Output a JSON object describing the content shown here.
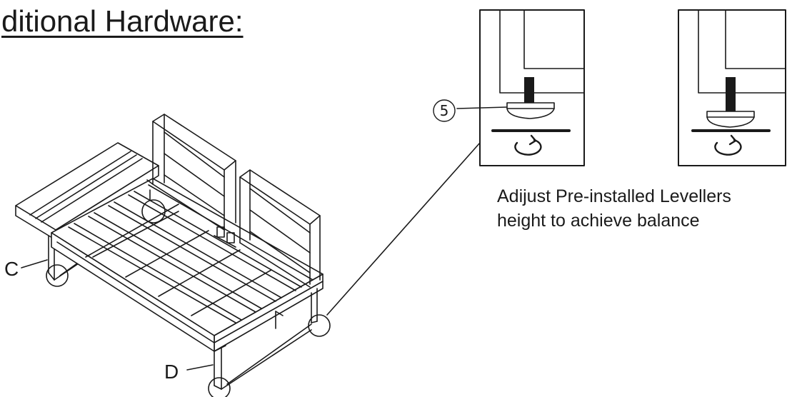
{
  "heading": "ditional Hardware:",
  "caption": {
    "line1": "Adijust Pre-installed Levellers",
    "line2": "height to achieve balance"
  },
  "callouts": {
    "c": "C",
    "d": "D",
    "part_number": "5"
  },
  "icons": {
    "rotate": "rotate-arrow-icon",
    "leveller": "leveller-foot-icon"
  },
  "colors": {
    "line": "#1a1a1a",
    "background": "#ffffff"
  }
}
